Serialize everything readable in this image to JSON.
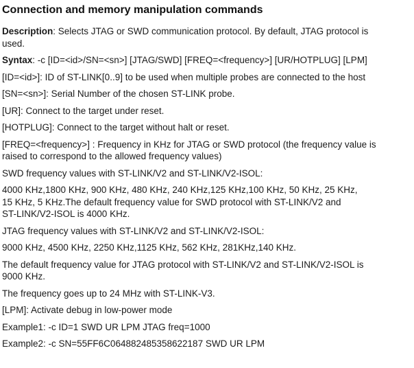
{
  "doc": {
    "title": "Connection and memory manipulation commands",
    "paragraphs": [
      {
        "lead": "Description",
        "text": ": Selects JTAG or SWD communication protocol. By default, JTAG protocol is\nused."
      },
      {
        "lead": "Syntax",
        "text": ": -c [ID=<id>/SN=<sn>] [JTAG/SWD] [FREQ=<frequency>] [UR/HOTPLUG] [LPM]"
      },
      {
        "text": "[ID=<id>]: ID of ST-LINK[0..9] to be used when multiple probes are connected to the host"
      },
      {
        "text": "[SN=<sn>]: Serial Number of the chosen ST-LINK probe."
      },
      {
        "text": "[UR]: Connect to the target under reset."
      },
      {
        "text": "[HOTPLUG]: Connect to the target without halt or reset."
      },
      {
        "text": "[FREQ=<frequency>] : Frequency in KHz for JTAG or SWD protocol (the frequency value is\nraised to correspond to the allowed frequency values)"
      },
      {
        "text": "SWD frequency values with ST-LINK/V2 and ST-LINK/V2-ISOL:"
      },
      {
        "text": "4000 KHz,1800 KHz, 900 KHz, 480 KHz, 240 KHz,125 KHz,100 KHz, 50 KHz, 25 KHz,\n15 KHz, 5 KHz.The default frequency value for SWD protocol with ST-LINK/V2 and\nST-LINK/V2-ISOL is 4000 KHz."
      },
      {
        "text": "JTAG frequency values with ST-LINK/V2 and ST-LINK/V2-ISOL:"
      },
      {
        "text": "9000 KHz, 4500 KHz, 2250 KHz,1125 KHz, 562 KHz, 281KHz,140 KHz."
      },
      {
        "text": "The default frequency value for JTAG protocol with ST-LINK/V2 and ST-LINK/V2-ISOL is\n9000 KHz."
      },
      {
        "text": "The frequency goes up to 24 MHz with ST-LINK-V3."
      },
      {
        "text": "[LPM]: Activate debug in low-power mode"
      },
      {
        "text": "Example1: -c ID=1 SWD UR LPM JTAG freq=1000"
      },
      {
        "text": "Example2: -c SN=55FF6C064882485358622187 SWD UR LPM"
      }
    ]
  }
}
